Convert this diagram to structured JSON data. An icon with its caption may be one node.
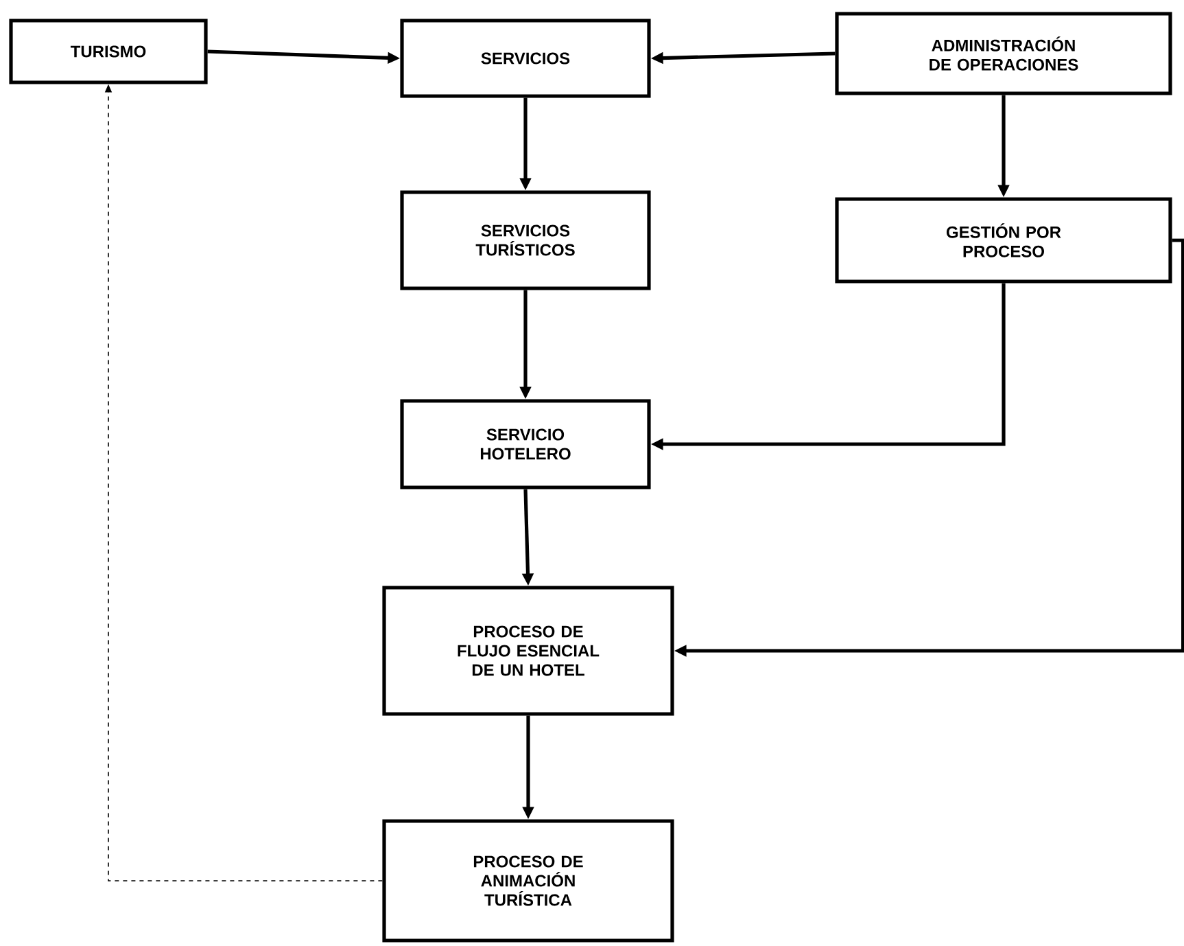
{
  "diagram": {
    "nodes": [
      {
        "text": [
          "TURISMO"
        ]
      },
      {
        "text": [
          "SERVICIOS"
        ]
      },
      {
        "text": [
          "ADMINISTRACIÓN DE OPERACIONES"
        ]
      },
      {
        "text": [
          "SERVICIOS TURÍSTICOS"
        ]
      },
      {
        "text": [
          "GESTIÓN POR PROCESO"
        ]
      },
      {
        "text": [
          "SERVICIO HOTELERO"
        ]
      },
      {
        "text": [
          "PROCESO DE FLUJO ESENCIAL DE UN HOTEL"
        ]
      },
      {
        "text": [
          "PROCESO DE ANIMACIÓN TURÍSTICA"
        ]
      }
    ],
    "edges": [
      {
        "from": 0,
        "to": 1,
        "arrow": "to"
      },
      {
        "from": 2,
        "to": 1,
        "arrow": "to"
      },
      {
        "from": 1,
        "to": 3,
        "arrow": "to"
      },
      {
        "from": 2,
        "to": 4,
        "arrow": "to"
      },
      {
        "from": 3,
        "to": 5,
        "arrow": "to"
      },
      {
        "from": 4,
        "to": 5,
        "arrow": "to"
      },
      {
        "from": 5,
        "to": 6,
        "arrow": "to"
      },
      {
        "from": 4,
        "to": 6,
        "arrow": "to"
      },
      {
        "from": 6,
        "to": 7,
        "arrow": "to"
      },
      {
        "from": 7,
        "to": 0,
        "arrow": "to",
        "style": "dashed"
      }
    ]
  }
}
